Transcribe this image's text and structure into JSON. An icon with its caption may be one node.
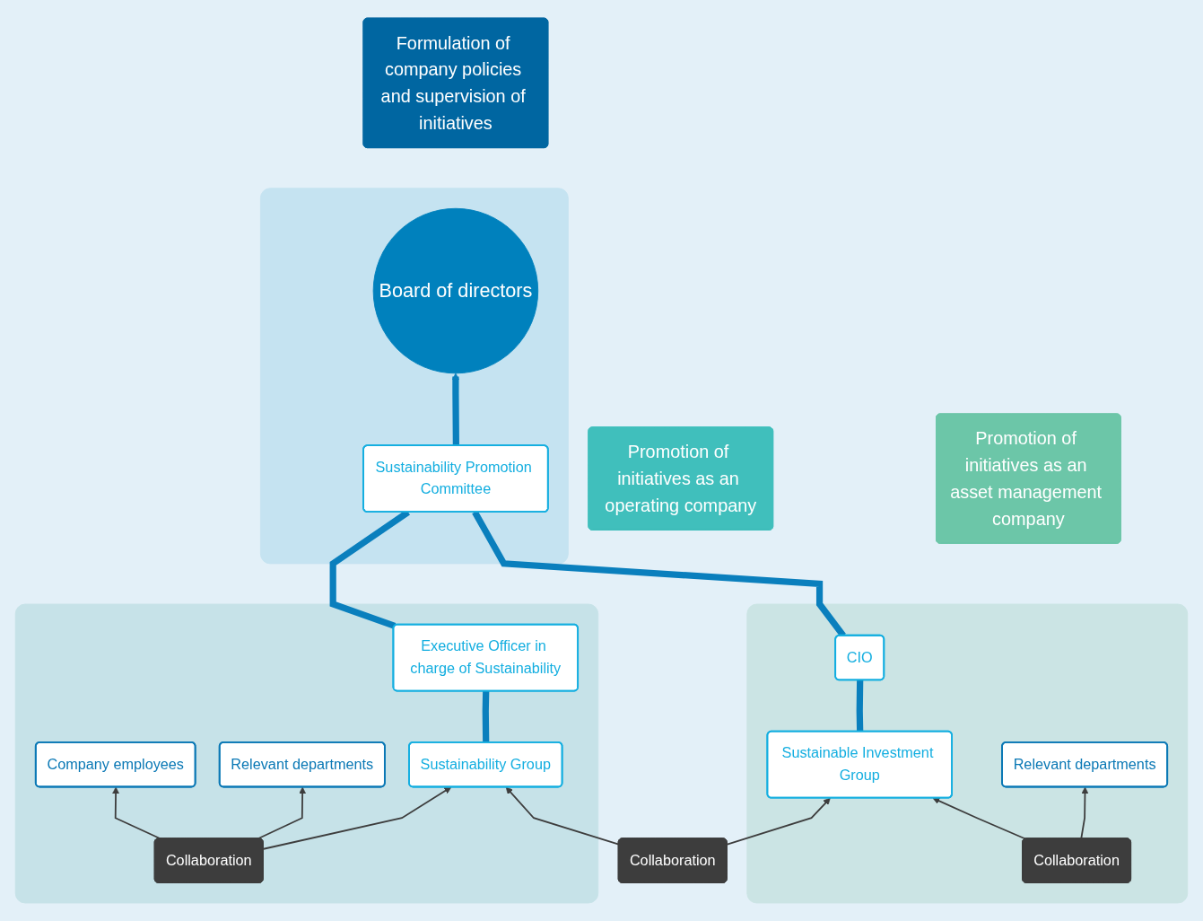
{
  "diagram": {
    "nodes": [
      {
        "text": [],
        "shape": "box"
      },
      {
        "text": [
          "Formulation of company policies and supervision of initiatives"
        ]
      },
      {
        "text": [
          "Board of directors"
        ],
        "in": 0
      },
      {
        "text": [
          "Sustainability Promotion Committee"
        ],
        "in": 0
      },
      {
        "text": [],
        "shape": "box"
      },
      {
        "text": [
          "Promotion of initiatives as an operating company"
        ]
      },
      {
        "text": [],
        "shape": "box"
      },
      {
        "text": [
          "Promotion of initiatives as an asset management company"
        ]
      },
      {
        "text": [
          "Executive Officer in charge of Sustainability"
        ],
        "in": 4
      },
      {
        "text": [
          "CIO"
        ],
        "in": 6
      },
      {
        "text": [
          "Company employees"
        ],
        "in": 4
      },
      {
        "text": [
          "Relevant departments"
        ],
        "in": 4
      },
      {
        "text": [
          "Sustainability Group"
        ],
        "in": 4
      },
      {
        "text": [
          "Collaboration"
        ]
      },
      {
        "text": [
          "Sustainable Investment Group"
        ],
        "in": 6
      },
      {
        "text": [
          "Relevant departments"
        ],
        "in": 6
      },
      {
        "text": [
          "Collaboration"
        ],
        "in": 4
      },
      {
        "text": [
          "Collaboration"
        ],
        "in": 6
      }
    ],
    "edges": [
      {
        "from": 3,
        "to": 2,
        "arrow": "to",
        "style": "thick",
        "color": "#0a7fbd"
      },
      {
        "from": 8,
        "to": 3,
        "arrow": "none",
        "style": "thick",
        "color": "#0a7fbd"
      },
      {
        "from": 9,
        "to": 3,
        "arrow": "none",
        "style": "thick",
        "color": "#0a7fbd"
      },
      {
        "from": 12,
        "to": 8,
        "arrow": "none",
        "style": "thick",
        "color": "#0a7fbd"
      },
      {
        "from": 14,
        "to": 9,
        "arrow": "none",
        "style": "thick",
        "color": "#0a7fbd"
      },
      {
        "from": 13,
        "to": 12,
        "arrow": "to"
      },
      {
        "from": 13,
        "to": 14,
        "arrow": "to"
      },
      {
        "from": 16,
        "to": 10,
        "arrow": "to"
      },
      {
        "from": 16,
        "to": 11,
        "arrow": "to"
      },
      {
        "from": 16,
        "to": 12,
        "arrow": "to"
      },
      {
        "from": 17,
        "to": 14,
        "arrow": "to"
      },
      {
        "from": 17,
        "to": 15,
        "arrow": "to"
      }
    ]
  }
}
